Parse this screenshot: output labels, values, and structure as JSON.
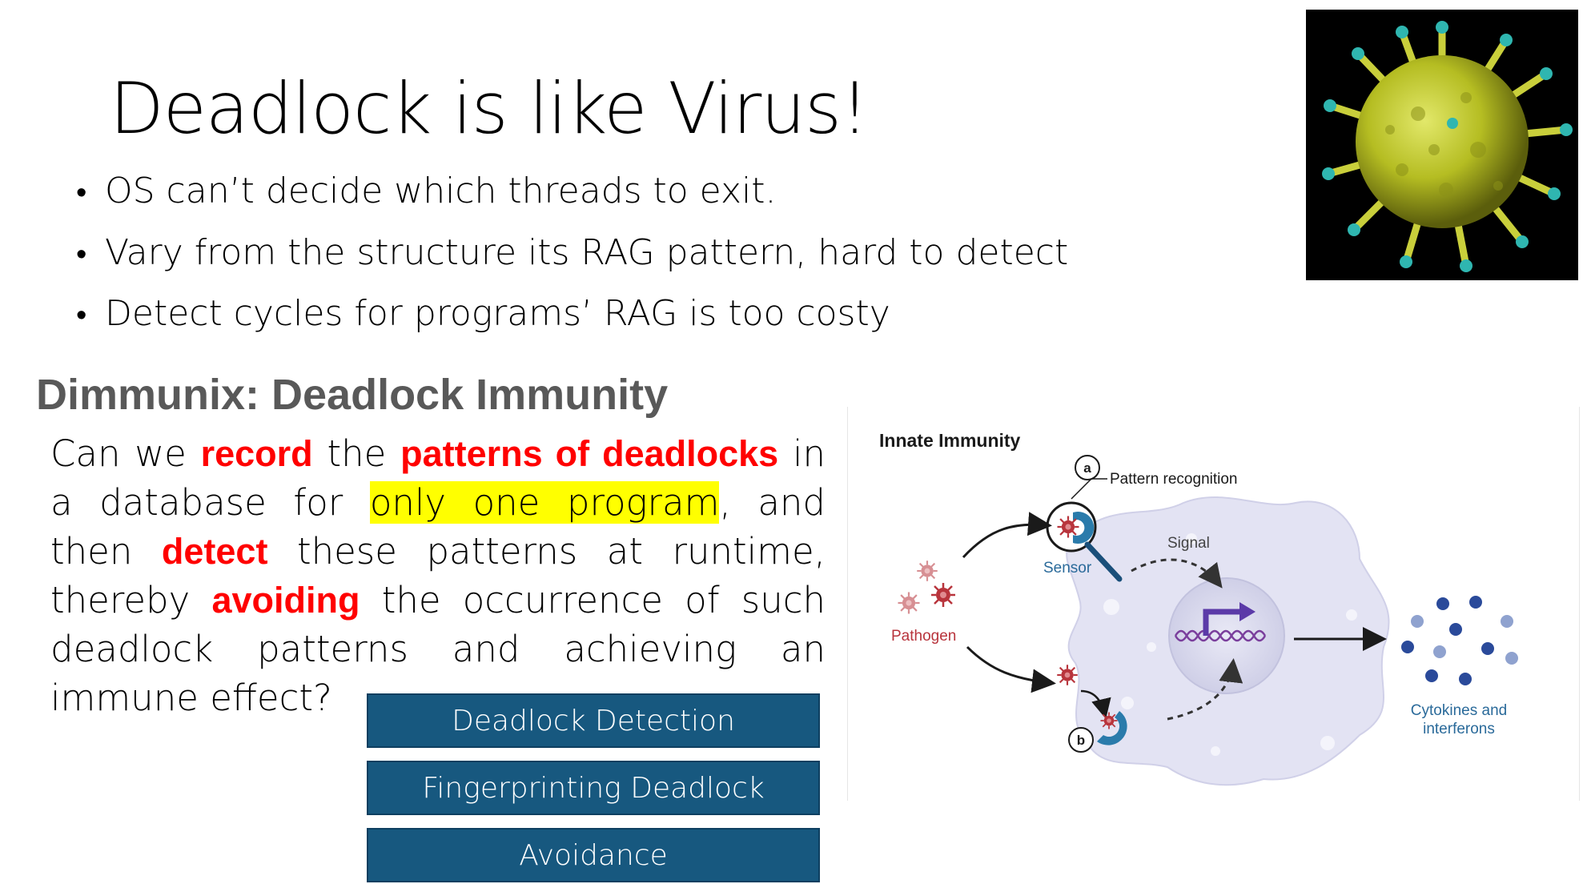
{
  "slide": {
    "title": "Deadlock is like Virus!",
    "bullets": [
      "OS can’t decide which threads to exit.",
      "Vary from the structure its RAG pattern, hard to detect",
      "Detect cycles for programs’ RAG is too costy"
    ],
    "bullet_symbol": "•",
    "subtitle": "Dimmunix: Deadlock Immunity"
  },
  "question": {
    "p1": "Can we ",
    "record": "record",
    "p2": " the ",
    "patterns": "patterns of deadlocks",
    "p3": " in a database for ",
    "only_one": "only one program",
    "p4": ", and then ",
    "detect": "detect",
    "p5": " these patterns at runtime, thereby ",
    "avoiding": "avoiding",
    "p6": " the occurrence of such deadlock patterns and achieving an immune effect?"
  },
  "steps": [
    "Deadlock Detection",
    "Fingerprinting Deadlock",
    "Avoidance"
  ],
  "figure": {
    "title": "Innate Immunity",
    "label_a": "a",
    "label_b": "b",
    "pattern_recognition": "Pattern recognition",
    "signal": "Signal",
    "sensor": "Sensor",
    "pathogen": "Pathogen",
    "cytokines_line1": "Cytokines and",
    "cytokines_line2": "interferons"
  },
  "colors": {
    "emphasis_red": "#ff0000",
    "highlight_yellow": "#ffff00",
    "step_box": "#17587f",
    "subtitle_gray": "#595959",
    "pathogen_red": "#b8343c",
    "sensor_blue": "#2a7bab",
    "cell_lavender": "#e3e3f3",
    "cytokine_blue": "#2a4a9a"
  },
  "icons": [
    "virus-image",
    "pathogen-icon",
    "sensor-icon",
    "dna-icon",
    "cytokine-dots"
  ]
}
